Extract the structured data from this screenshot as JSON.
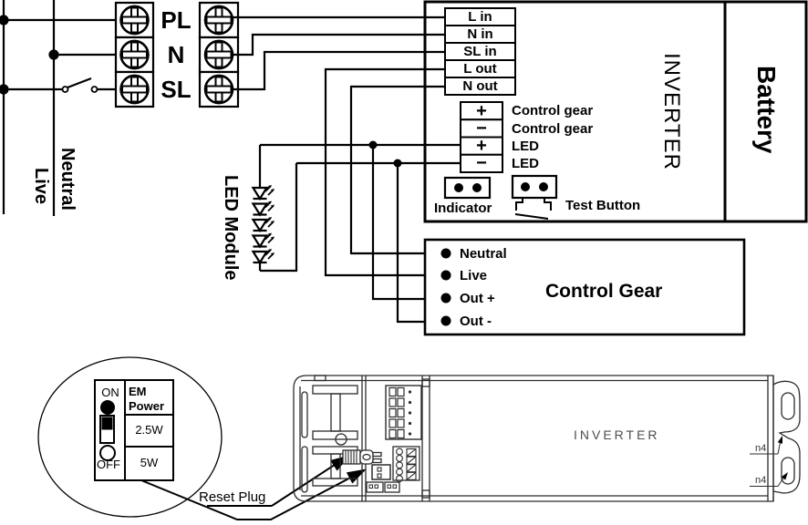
{
  "supply": {
    "live_label": "Live",
    "neutral_label": "Neutral"
  },
  "mains_terminals": {
    "labels": [
      "PL",
      "N",
      "SL"
    ]
  },
  "inverter": {
    "name": "INVERTER",
    "battery_label": "Battery",
    "io_terminals": [
      "L in",
      "N in",
      "SL in",
      "L out",
      "N out"
    ],
    "dc_terminals": [
      {
        "symbol": "+",
        "label": "Control gear"
      },
      {
        "symbol": "−",
        "label": "Control gear"
      },
      {
        "symbol": "+",
        "label": "LED"
      },
      {
        "symbol": "−",
        "label": "LED"
      }
    ],
    "indicator_label": "Indicator",
    "test_button_label": "Test Button"
  },
  "led_module": {
    "label": "LED Module"
  },
  "control_gear": {
    "title": "Control Gear",
    "terminals": [
      "Neutral",
      "Live",
      "Out +",
      "Out -"
    ]
  },
  "inset": {
    "switch_on": "ON",
    "switch_off": "OFF",
    "power_table": {
      "header": "EM Power",
      "rows": [
        "2.5W",
        "5W"
      ]
    },
    "reset_plug_label": "Reset Plug"
  },
  "device": {
    "name": "INVERTER",
    "mount_hole_labels": [
      "n4",
      "n4"
    ]
  },
  "colors": {
    "diagram_line": "#000000",
    "device_line": "#2b2b2b",
    "device_text": "#4d4d4d"
  }
}
